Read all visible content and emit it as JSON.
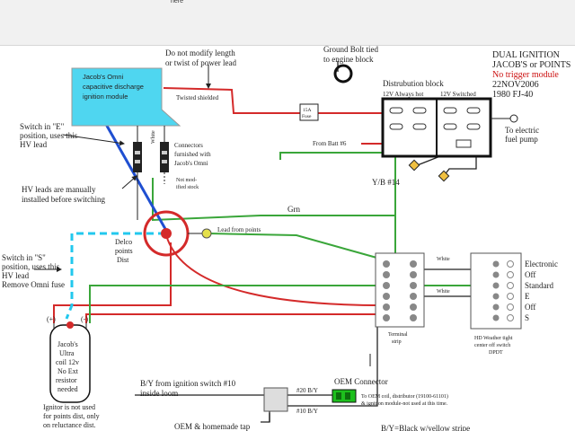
{
  "header": {
    "overlay_text": "here"
  },
  "title_block": {
    "line1": "DUAL IGNITION",
    "line2": "JACOB'S or POINTS",
    "line3": "No trigger module",
    "line4": "22NOV2006",
    "line5": "1980 FJ-40"
  },
  "labels": {
    "do_not_modify_1": "Do not modify length",
    "do_not_modify_2": "or twist of power lead",
    "ground_bolt_1": "Ground Bolt tied",
    "ground_bolt_2": "to engine block",
    "omni_1": "Jacob's Omni",
    "omni_2": "capacitive discharge",
    "omni_3": "ignition module",
    "twisted": "Twisted shielded",
    "distribution_block": "Distrubution block",
    "always_hot": "12V Always hot",
    "switched": "12V Switched",
    "fuse_1": "15A",
    "fuse_2": "Fuse",
    "from_batt": "From Batt #6",
    "electric_1": "To electric",
    "electric_2": "fuel pump",
    "switch_e_1": "Switch in \"E\"",
    "switch_e_2": "position, uses this",
    "switch_e_3": "HV lead",
    "white": "White",
    "connectors_1": "Connectors",
    "connectors_2": "furnished with",
    "connectors_3": "Jacob's Omni",
    "not_mod_1": "Not mod-",
    "not_mod_2": "ified stock",
    "yb": "Y/B #14",
    "hv_manual_1": "HV leads are manually",
    "hv_manual_2": "installed before switching",
    "grn": "Grn",
    "lead_from_points": "Lead from points",
    "delco_1": "Delco",
    "delco_2": "points",
    "delco_3": "Dist",
    "switch_s_1": "Switch in \"S\"",
    "switch_s_2": "position, uses this",
    "switch_s_3": "HV lead",
    "switch_s_4": "Remove Omni fuse",
    "white_lower": "White",
    "plus": "(+)",
    "minus": "(-)",
    "coil_1": "Jacob's",
    "coil_2": "Ultra",
    "coil_3": "coil 12v",
    "coil_4": "No Ext",
    "coil_5": "resistor",
    "coil_6": "needed",
    "ignitor_1": "Ignitor is not used",
    "ignitor_2": "for points dist, only",
    "ignitor_3": "on reluctance dist.",
    "terminal_1": "Terminal",
    "terminal_2": "strip",
    "hd_1": "HD Weather tight",
    "hd_2": "center off switch",
    "hd_3": "DPDT",
    "electronic": "Electronic",
    "off1": "Off",
    "standard": "Standard",
    "e": "E",
    "off2": "Off",
    "s": "S",
    "by_1": "B/Y from ignition switch #10",
    "by_2": "inside loom",
    "oem_connector": "OEM Connector",
    "to_oem_1": "To OEM coil, distributor (19100-61101)",
    "to_oem_2": "& ignition module-not used at this time.",
    "b20": "#20 B/Y",
    "b10": "#10 B/Y",
    "oem_tap": "OEM & homemade tap",
    "by_note": "B/Y=Black w/yellow stripe"
  },
  "colors": {
    "power": "#d42a2a",
    "ground": "#3aa63a",
    "hv_blue": "#1f4fd1",
    "hv_cyan": "#22c8ee",
    "omni_fill": "#4fd6f0",
    "title_red": "#cc1111",
    "wire_dark": "#222222",
    "connector_green": "#1dbf1d"
  }
}
